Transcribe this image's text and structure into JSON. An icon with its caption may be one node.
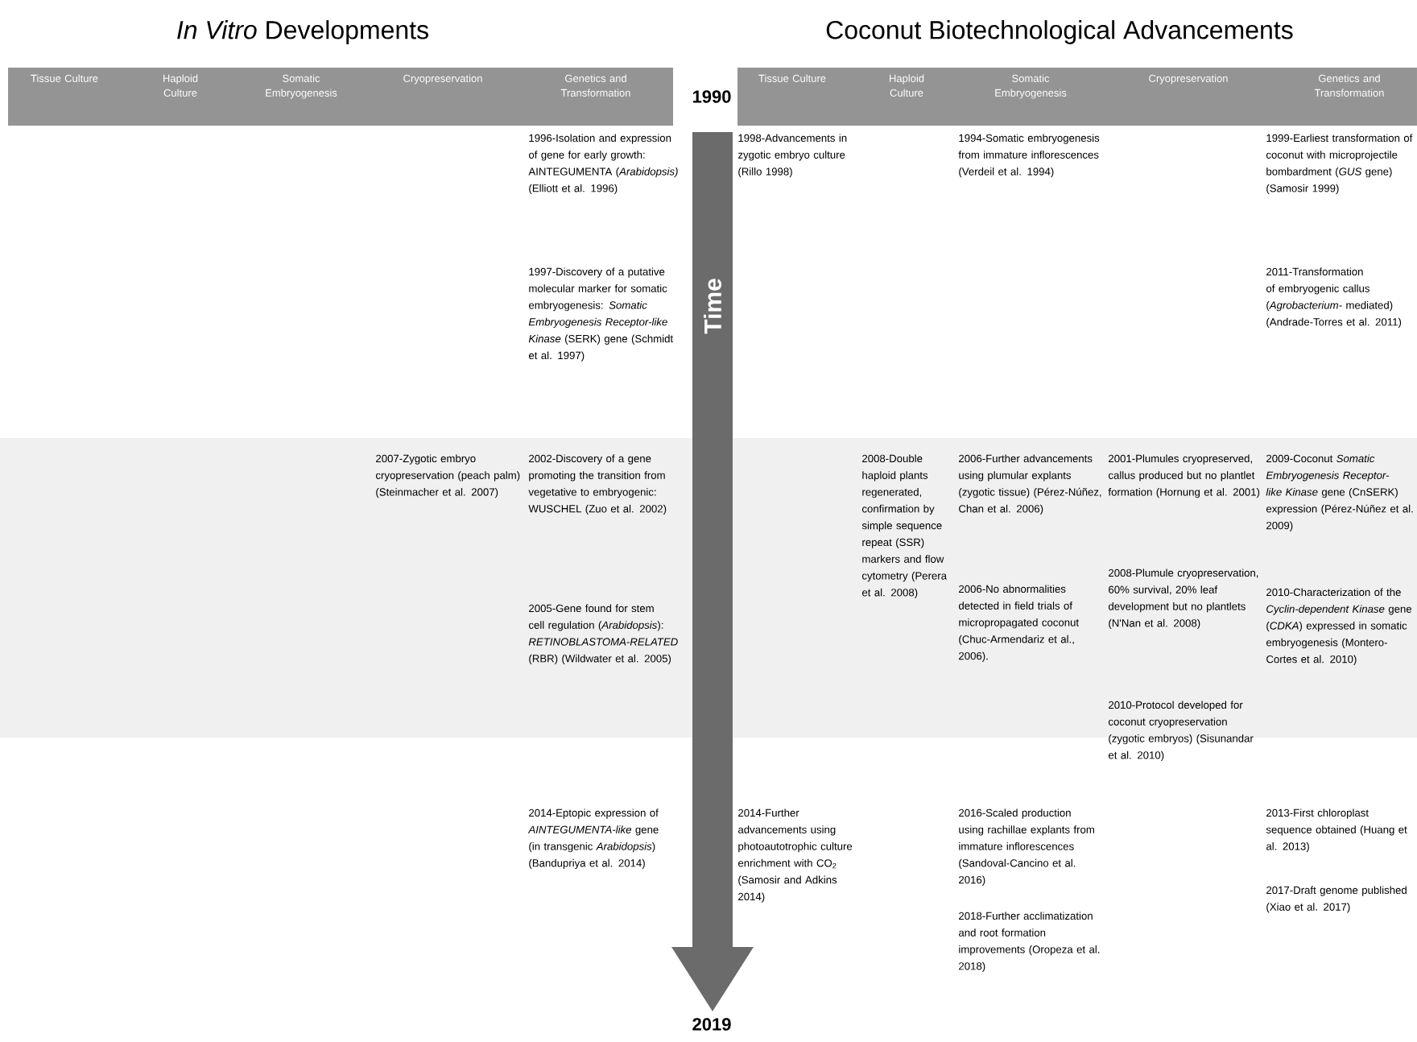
{
  "diagram": {
    "nodes": [
      {
        "text": [
          "Tissue Culture",
          "Haploid Culture",
          "Somatic Embryogenesis",
          "Cryopreservation",
          "Genetics and Transformation"
        ]
      },
      {
        "text": [
          "Tissue Culture",
          "Haploid Culture",
          "Somatic Embryogenesis",
          "Cryopreservation",
          "Genetics and Transformation"
        ]
      },
      {
        "text": [
          "Time"
        ]
      }
    ],
    "labels": [
      "*In Vitro* Developments",
      "Coconut Biotechnological Advancements",
      "1990",
      "1996-Isolation and expression of gene for early growth: AINTEGUMENTA (*Arabidopsis)* (Elliott et al. 1996)",
      "1997-Discovery of a putative molecular marker for somatic embryogenesis: *Somatic Embryogenesis Receptor-like Kinase* (SERK) gene (Schmidt et al. 1997)",
      "1998-Advancements in zygotic embryo culture (Rillo 1998)",
      "1994-Somatic embryogenesis from immature inflorescences (Verdeil et al. 1994)",
      "1999-Earliest transformation of coconut with microprojectile bombardment (*GUS* gene) (Samosir 1999)",
      "2011-Transformation of embryogenic callus (*Agrobacterium-* mediated) (Andrade-Torres et al. 2011)",
      "2007-Zygotic embryo cryopreservation (peach palm) (Steinmacher et al. 2007)",
      "2002-Discovery of a gene promoting the transition from vegetative to embryogenic: WUSCHEL (Zuo et al. 2002)",
      "2005-Gene found for stem cell regulation (*Arabidopsis*): *RETINOBLASTOMA-RELATED* (RBR) (Wildwater et al. 2005)",
      "2008-Double haploid plants regenerated, confirmation by simple sequence repeat (SSR) markers and flow cytometry (Perera et al. 2008)",
      "2006-Further advancements using plumular explants (zygotic tissue) (Pérez-Núñez, Chan et al. 2006)",
      "2006-No abnormalities detected in field trials of micropropagated coconut (Chuc-Armendariz et al., 2006).",
      "2001-Plumules cryopreserved, callus produced but no plantlet formation (Hornung et al. 2001)",
      "2008-Plumule cryopreservation, 60% survival, 20% leaf development but no plantlets (N'Nan et al. 2008)",
      "2010-Protocol developed for coconut cryopreservation (zygotic embryos) (Sisunandar et al. 2010)",
      "2009-Coconut *Somatic Embryogenesis Receptor-like Kinase* gene (CnSERK) expression (Pérez-Núñez et al. 2009)",
      "2010-Characterization of the *Cyclin-dependent Kinase* gene (*CDKA*) expressed in somatic embryogenesis (Montero-Cortes et al. 2010)",
      "2014-Eptopic expression of *AINTEGUMENTA-like* gene (in transgenic *Arabidopsis*) (Bandupriya et al. 2014)",
      "2014-Further advancements using photoautotrophic culture enrichment with CO$_{2}$ (Samosir and Adkins 2014)",
      "2016-Scaled production using rachillae explants from immature inflorescences (Sandoval-Cancino et al. 2016)",
      "2018-Further acclimatization and root formation improvements (Oropeza et al. 2018)",
      "2013-First chloroplast sequence obtained (Huang et al. 2013)",
      "2017-Draft genome published (Xiao et al. 2017)",
      "2019"
    ]
  }
}
